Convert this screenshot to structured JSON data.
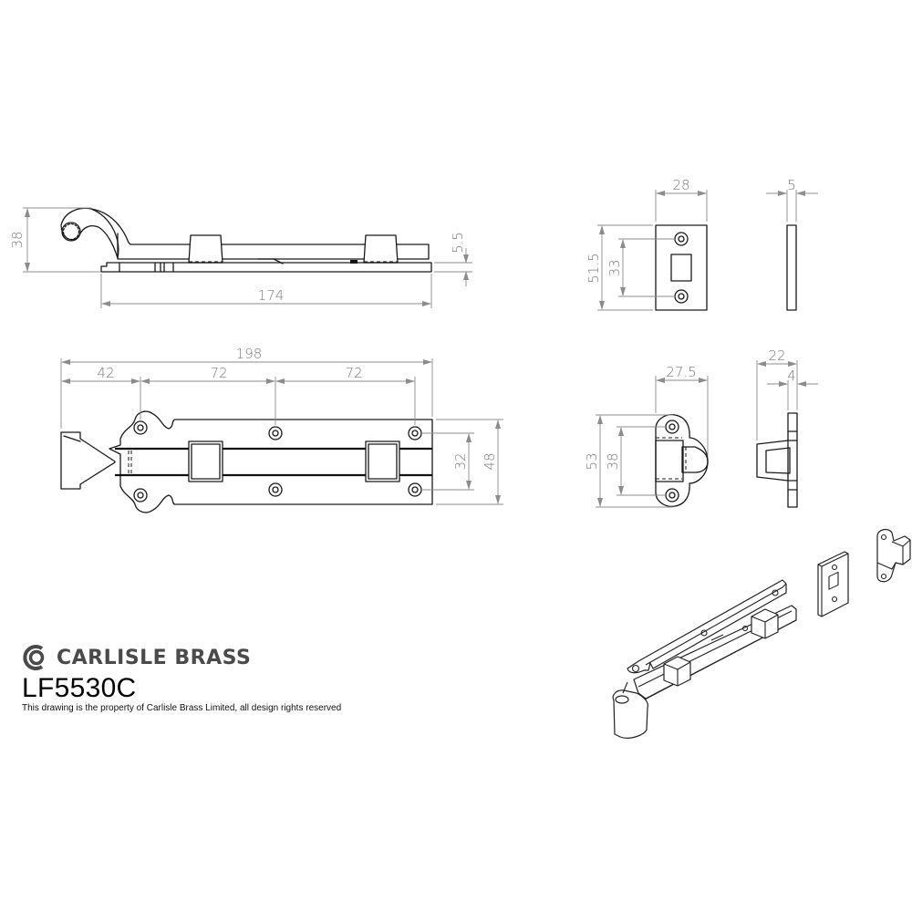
{
  "title_block": {
    "brand_name": "CARLISLE BRASS",
    "brand_logo": "carlisle-brass-logo-icon",
    "product_code": "LF5530C",
    "disclaimer": "This drawing is the property of Carlisle Brass Limited, all design rights reserved"
  },
  "side_view": {
    "dimensions": {
      "overall_height": "38",
      "plate_thickness": "5.5",
      "bolt_length": "174"
    }
  },
  "front_view": {
    "dimensions": {
      "overall_length": "198",
      "first_hole_offset": "42",
      "hole_spacing_1": "72",
      "hole_spacing_2": "72",
      "hole_vertical_spacing": "32",
      "plate_height": "48"
    }
  },
  "keep_plate": {
    "dimensions": {
      "width": "28",
      "thickness": "5",
      "height": "51.5",
      "hole_spacing": "33"
    }
  },
  "keep_staple": {
    "dimensions": {
      "width": "27.5",
      "depth": "22",
      "flange_thickness": "4",
      "height": "53",
      "hole_spacing": "38"
    }
  },
  "colors": {
    "line": "#1a1a1a",
    "dimension": "#8c8c8c",
    "brand": "#4a4a4a"
  }
}
